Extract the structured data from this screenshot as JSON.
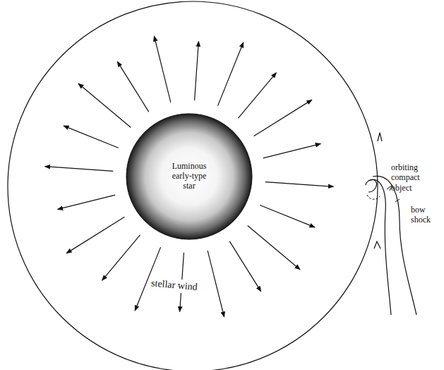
{
  "diagram": {
    "nodes": [
      {
        "text": [
          "Luminous early-type star"
        ]
      }
    ],
    "labels": [
      "stellar wind",
      "orbiting compact object",
      "bow shock"
    ]
  }
}
